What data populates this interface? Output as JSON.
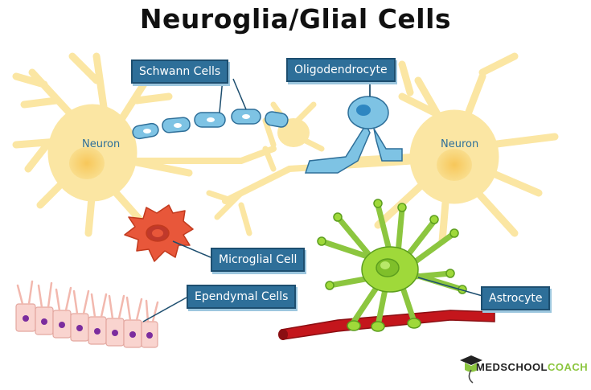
{
  "title": "Neuroglia/Glial Cells",
  "labels": {
    "schwann": "Schwann Cells",
    "oligodendrocyte": "Oligodendrocyte",
    "neuron_left": "Neuron",
    "neuron_right": "Neuron",
    "microglial": "Microglial Cell",
    "ependymal": "Ependymal Cells",
    "astrocyte": "Astrocyte"
  },
  "brand": {
    "name_part1": "MEDSCHOOL",
    "name_part2": "COACH"
  },
  "colors": {
    "callout_fill": "#2e6f99",
    "neuron": "#fbe6a3",
    "schwann": "#7ec3e4",
    "microglia": "#e8573a",
    "ependymal": "#f9d4cf",
    "astrocyte": "#9fd93a",
    "blood_vessel": "#c4161c"
  }
}
